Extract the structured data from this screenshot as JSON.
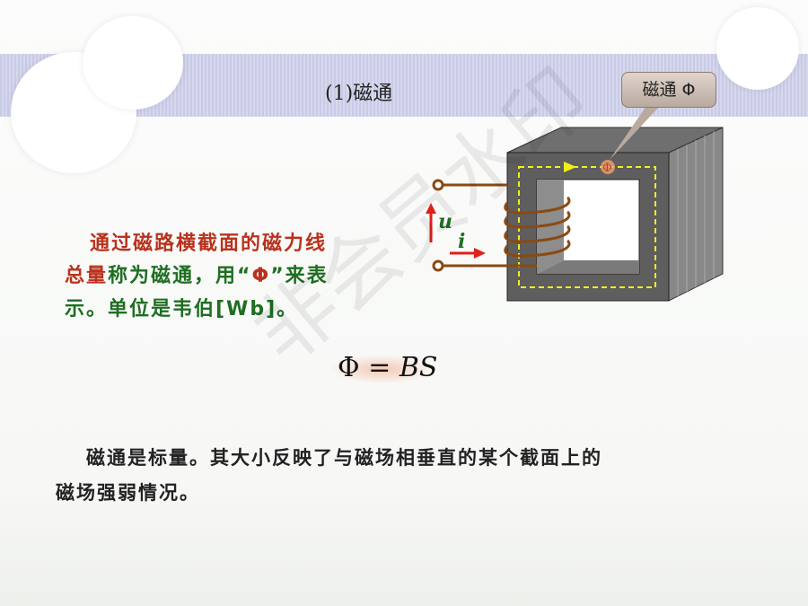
{
  "title": "(1)磁通",
  "callout": "磁通 Φ",
  "diagram": {
    "u_label": "u",
    "i_label": "i",
    "phi_symbol": "Φ"
  },
  "para1": {
    "line1": "通过磁路横截面的磁力线",
    "line2a": "总量",
    "line2b": "称为磁通，用“",
    "line2c": "Φ",
    "line2d": "”来表",
    "line3": "示。单位是韦伯[Wb]。"
  },
  "formula": {
    "lhs": "Φ = ",
    "rhs": "BS"
  },
  "para2": {
    "line1": "磁通是标量。其大小反映了与磁场相垂直的某个截面上的",
    "line2": "磁场强弱情况。"
  },
  "watermark": "非会员水印"
}
